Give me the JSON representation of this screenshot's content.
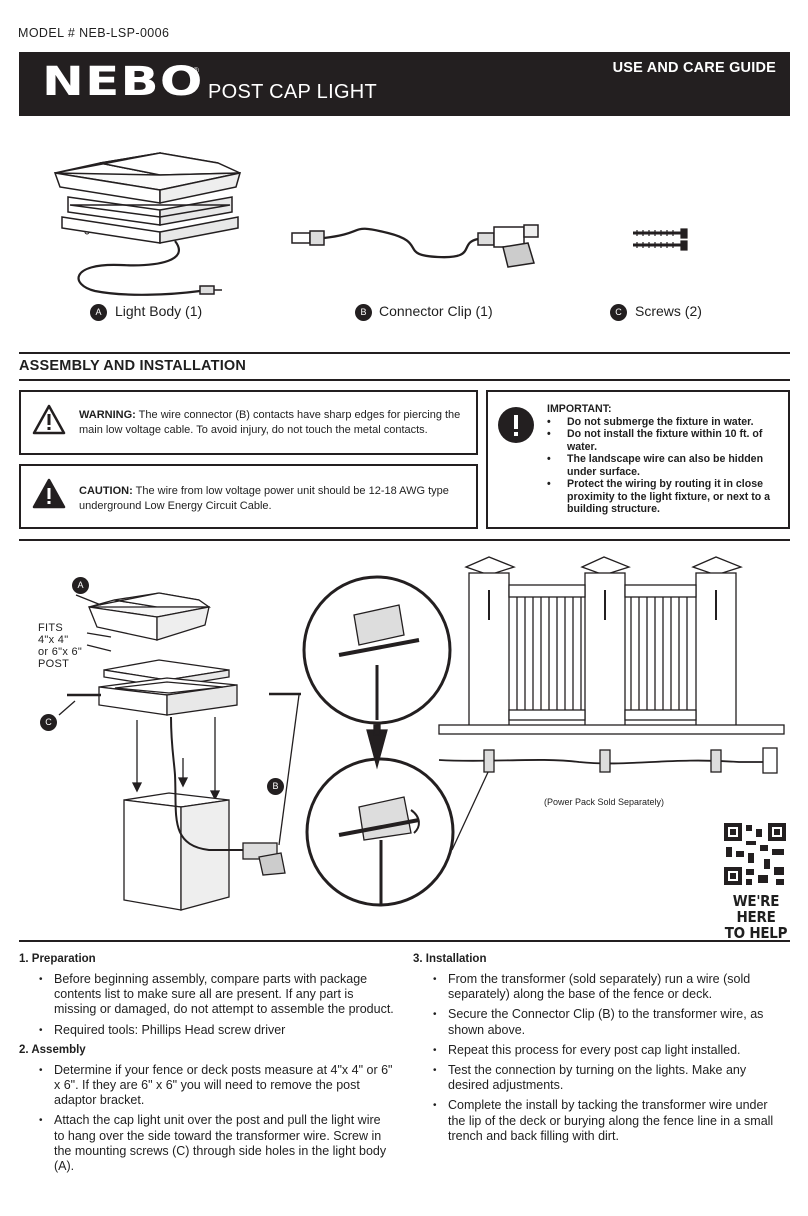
{
  "header": {
    "model": "MODEL # NEB-LSP-0006",
    "brand": "NEBO",
    "registered": "®",
    "product": "POST CAP LIGHT",
    "guide": "USE AND CARE GUIDE"
  },
  "parts": [
    {
      "letter": "A",
      "label": "Light Body (1)"
    },
    {
      "letter": "B",
      "label": "Connector Clip (1)"
    },
    {
      "letter": "C",
      "label": "Screws (2)"
    }
  ],
  "section_title": "ASSEMBLY AND INSTALLATION",
  "warning": {
    "label": "WARNING:",
    "text": " The wire connector (B) contacts have sharp edges for piercing the main low voltage cable. To avoid injury, do not touch the metal contacts."
  },
  "caution": {
    "label": "CAUTION:",
    "text": " The wire from low voltage power unit should be 12-18 AWG type underground Low Energy Circuit Cable."
  },
  "important": {
    "title": "IMPORTANT:",
    "items": [
      "Do not submerge the fixture in water.",
      "Do not install the fixture within 10 ft. of water.",
      "The landscape wire can also be hidden under surface.",
      "Protect the wiring by routing it in close proximity to the light fixture, or next to a building structure."
    ]
  },
  "diagram": {
    "fits": [
      "FITS",
      "4\"x 4\"",
      "or 6\"x 6\"",
      "POST"
    ],
    "labels": {
      "a": "A",
      "b": "B",
      "c": "C"
    },
    "power_pack": "(Power Pack Sold Separately)",
    "qr_caption": [
      "WE'RE HERE",
      "TO HELP"
    ]
  },
  "preparation": {
    "title": "1. Preparation",
    "items": [
      "Before beginning assembly, compare parts with package contents list to make sure all are present. If any part is missing or damaged, do not attempt to assemble the product.",
      "Required tools:  Phillips Head screw driver"
    ]
  },
  "assembly": {
    "title": "2. Assembly",
    "items": [
      "Determine if your fence or deck posts measure at 4\"x 4\" or 6\" x 6\". If they are 6\" x 6\" you will need to remove the post adaptor bracket.",
      "Attach the cap light unit over the post and pull the light wire to hang over the side toward the transformer wire.  Screw in the mounting screws (C) through side holes in the light body (A)."
    ]
  },
  "installation": {
    "title": "3. Installation",
    "items": [
      "From the transformer (sold separately) run a wire (sold separately) along the base of the fence or deck.",
      "Secure the Connector Clip (B) to the transformer wire, as shown above.",
      "Repeat this process for every post cap light installed.",
      "Test the connection by turning on the lights. Make any desired adjustments.",
      "Complete the install by tacking the transformer wire under the lip of the deck or burying along the fence line in a small trench and back filling with dirt."
    ]
  }
}
